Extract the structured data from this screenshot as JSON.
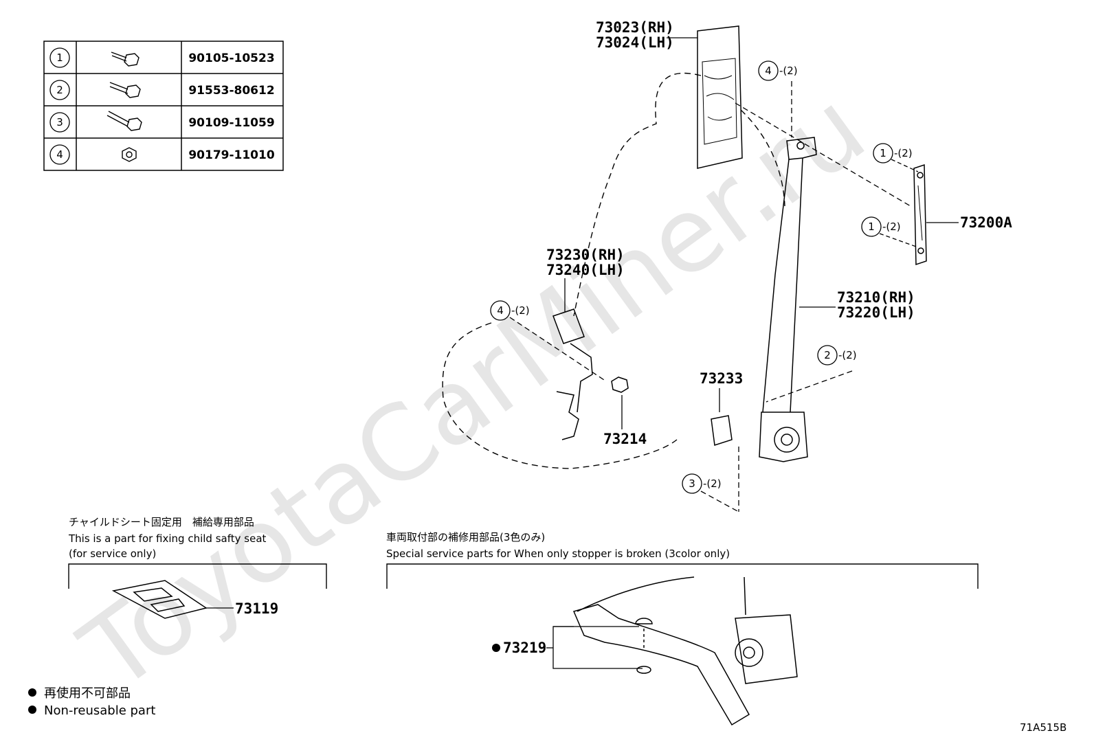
{
  "watermark": "ToyotaCarMiner.ru",
  "fastener_table": [
    {
      "num": "1",
      "part": "90105-10523",
      "icon": "bolt-icon"
    },
    {
      "num": "2",
      "part": "91553-80612",
      "icon": "bolt-icon"
    },
    {
      "num": "3",
      "part": "90109-11059",
      "icon": "bolt-icon"
    },
    {
      "num": "4",
      "part": "90179-11010",
      "icon": "nut-icon"
    }
  ],
  "labels": {
    "p73023": "73023(RH)",
    "p73024": "73024(LH)",
    "p73230": "73230(RH)",
    "p73240": "73240(LH)",
    "p73210": "73210(RH)",
    "p73220": "73220(LH)",
    "p73200A": "73200A",
    "p73233": "73233",
    "p73214": "73214",
    "p73119": "73119",
    "p73219": "73219"
  },
  "callouts": {
    "c4_top": {
      "num": "4",
      "qty": "-(2)"
    },
    "c1_a": {
      "num": "1",
      "qty": "-(2)"
    },
    "c1_b": {
      "num": "1",
      "qty": "-(2)"
    },
    "c4_left": {
      "num": "4",
      "qty": "-(2)"
    },
    "c2": {
      "num": "2",
      "qty": "-(2)"
    },
    "c3": {
      "num": "3",
      "qty": "-(2)"
    }
  },
  "child_seat_box": {
    "jp": "チャイルドシート固定用　補給専用部品",
    "en1": "This is a part for fixing child safty seat",
    "en2": "(for service only)"
  },
  "stopper_box": {
    "jp": "車両取付部の補修用部品(3色のみ)",
    "en": "Special service parts for When only stopper is broken (3color only)"
  },
  "legend": {
    "jp": "再使用不可部品",
    "en": "Non-reusable part"
  },
  "diagram_code": "71A515B"
}
